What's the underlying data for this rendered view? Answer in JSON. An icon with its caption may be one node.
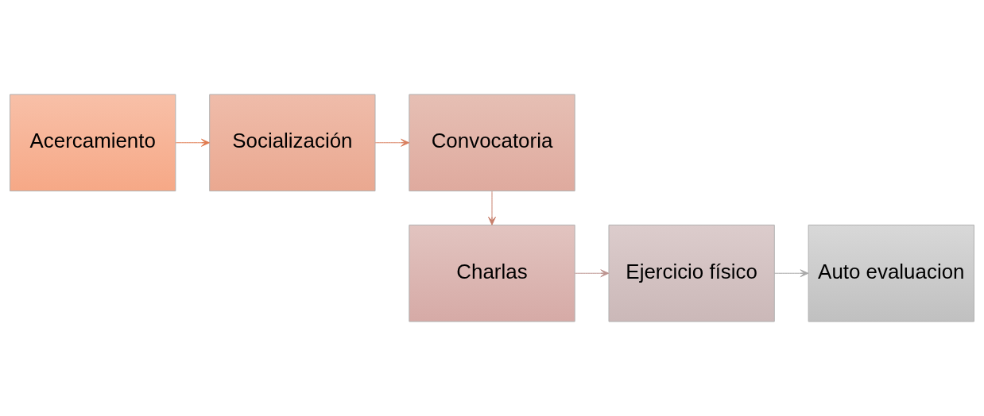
{
  "diagram": {
    "nodes": [
      {
        "text": [
          "Acercamiento"
        ]
      },
      {
        "text": [
          "Socialización"
        ]
      },
      {
        "text": [
          "Convocatoria"
        ]
      },
      {
        "text": [
          "Charlas"
        ]
      },
      {
        "text": [
          "Ejercicio físico"
        ]
      },
      {
        "text": [
          "Auto evaluacion"
        ]
      }
    ],
    "edges": [
      {
        "from": 0,
        "to": 1,
        "arrow": "to",
        "color": "#e07b50"
      },
      {
        "from": 1,
        "to": 2,
        "arrow": "to",
        "color": "#d9805f"
      },
      {
        "from": 2,
        "to": 3,
        "arrow": "to",
        "color": "#c8806c"
      },
      {
        "from": 3,
        "to": 4,
        "arrow": "to",
        "color": "#bc9490"
      },
      {
        "from": 4,
        "to": 5,
        "arrow": "to",
        "color": "#a8a8a8"
      }
    ]
  }
}
